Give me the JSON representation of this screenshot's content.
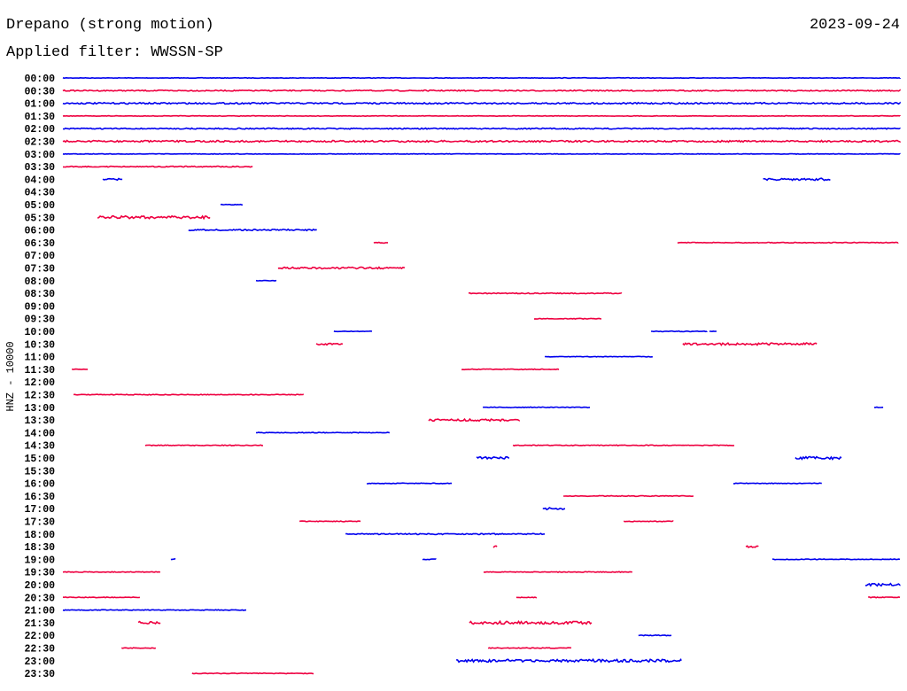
{
  "header": {
    "title": "Drepano (strong motion)",
    "date": "2023-09-24",
    "filter": "Applied filter: WWSSN-SP"
  },
  "chart_data": {
    "type": "line",
    "subtype": "helicorder",
    "title": "Drepano (strong motion)",
    "ylabel": "HNZ - 10000",
    "row_minutes": 30,
    "colors": [
      "#0000ee",
      "#ee0040"
    ],
    "rows": [
      {
        "label": "00:00",
        "segments": [
          [
            0,
            30,
            0.3
          ]
        ]
      },
      {
        "label": "00:30",
        "segments": [
          [
            0,
            30,
            0.6
          ]
        ]
      },
      {
        "label": "01:00",
        "segments": [
          [
            0,
            30,
            0.8
          ]
        ]
      },
      {
        "label": "01:30",
        "segments": [
          [
            0,
            30,
            0.3
          ]
        ]
      },
      {
        "label": "02:00",
        "segments": [
          [
            0,
            30,
            0.6
          ]
        ]
      },
      {
        "label": "02:30",
        "segments": [
          [
            0,
            30,
            0.9
          ]
        ]
      },
      {
        "label": "03:00",
        "segments": [
          [
            0,
            30,
            0.3
          ]
        ]
      },
      {
        "label": "03:30",
        "segments": [
          [
            0,
            6.8,
            0.5
          ]
        ]
      },
      {
        "label": "04:00",
        "segments": [
          [
            1.43,
            2.13,
            1
          ],
          [
            25.1,
            27.5,
            1.2
          ]
        ]
      },
      {
        "label": "04:30",
        "segments": []
      },
      {
        "label": "05:00",
        "segments": [
          [
            5.65,
            6.44,
            0.3
          ]
        ]
      },
      {
        "label": "05:30",
        "segments": [
          [
            1.24,
            5.27,
            1.5
          ]
        ]
      },
      {
        "label": "06:00",
        "segments": [
          [
            4.5,
            9.1,
            0.8
          ]
        ]
      },
      {
        "label": "06:30",
        "segments": [
          [
            11.14,
            11.65,
            0.5
          ],
          [
            22.03,
            29.94,
            0.4
          ]
        ]
      },
      {
        "label": "07:00",
        "segments": []
      },
      {
        "label": "07:30",
        "segments": [
          [
            7.71,
            12.25,
            1
          ]
        ]
      },
      {
        "label": "08:00",
        "segments": [
          [
            6.92,
            7.65,
            0.3
          ]
        ]
      },
      {
        "label": "08:30",
        "segments": [
          [
            14.54,
            20.03,
            0.5
          ]
        ]
      },
      {
        "label": "09:00",
        "segments": []
      },
      {
        "label": "09:30",
        "segments": [
          [
            16.89,
            19.3,
            0.4
          ]
        ]
      },
      {
        "label": "10:00",
        "segments": [
          [
            9.71,
            11.08,
            0.3
          ],
          [
            21.08,
            23.08,
            0.4
          ],
          [
            23.17,
            23.43,
            0.3
          ]
        ]
      },
      {
        "label": "10:30",
        "segments": [
          [
            9.08,
            10.03,
            1
          ],
          [
            22.22,
            27.02,
            1.2
          ]
        ]
      },
      {
        "label": "11:00",
        "segments": [
          [
            17.27,
            21.14,
            0.3
          ]
        ]
      },
      {
        "label": "11:30",
        "segments": [
          [
            0.32,
            0.89,
            0.3
          ],
          [
            14.29,
            17.78,
            0.4
          ]
        ]
      },
      {
        "label": "12:00",
        "segments": []
      },
      {
        "label": "12:30",
        "segments": [
          [
            0.38,
            8.63,
            0.4
          ]
        ]
      },
      {
        "label": "13:00",
        "segments": [
          [
            15.05,
            18.89,
            0.4
          ],
          [
            29.08,
            29.4,
            0.3
          ]
        ]
      },
      {
        "label": "13:30",
        "segments": [
          [
            13.11,
            16.35,
            1.2
          ]
        ]
      },
      {
        "label": "14:00",
        "segments": [
          [
            6.92,
            11.71,
            0.4
          ]
        ]
      },
      {
        "label": "14:30",
        "segments": [
          [
            2.95,
            7.17,
            0.4
          ],
          [
            16.13,
            24.06,
            0.4
          ]
        ]
      },
      {
        "label": "15:00",
        "segments": [
          [
            14.83,
            16.0,
            1.5
          ],
          [
            26.25,
            27.9,
            1.5
          ]
        ]
      },
      {
        "label": "15:30",
        "segments": []
      },
      {
        "label": "16:00",
        "segments": [
          [
            10.89,
            13.94,
            0.4
          ],
          [
            24.03,
            27.2,
            0.4
          ]
        ]
      },
      {
        "label": "16:30",
        "segments": [
          [
            17.94,
            22.6,
            0.4
          ]
        ]
      },
      {
        "label": "17:00",
        "segments": [
          [
            17.2,
            18.0,
            1.2
          ]
        ]
      },
      {
        "label": "17:30",
        "segments": [
          [
            8.48,
            10.67,
            0.4
          ],
          [
            20.1,
            21.87,
            0.4
          ]
        ]
      },
      {
        "label": "18:00",
        "segments": [
          [
            10.13,
            17.27,
            0.6
          ]
        ]
      },
      {
        "label": "18:30",
        "segments": [
          [
            15.43,
            15.56,
            1
          ],
          [
            24.48,
            24.92,
            1
          ]
        ]
      },
      {
        "label": "19:00",
        "segments": [
          [
            3.87,
            4.03,
            0.5
          ],
          [
            12.89,
            13.37,
            0.4
          ],
          [
            25.43,
            30,
            0.4
          ]
        ]
      },
      {
        "label": "19:30",
        "segments": [
          [
            0,
            3.49,
            0.4
          ],
          [
            15.08,
            20.41,
            0.4
          ]
        ]
      },
      {
        "label": "20:00",
        "segments": [
          [
            28.76,
            30,
            1.3
          ]
        ]
      },
      {
        "label": "20:30",
        "segments": [
          [
            0,
            2.76,
            0.4
          ],
          [
            16.25,
            16.98,
            0.4
          ],
          [
            28.86,
            30,
            0.4
          ]
        ]
      },
      {
        "label": "21:00",
        "segments": [
          [
            0,
            6.57,
            0.4
          ]
        ]
      },
      {
        "label": "21:30",
        "segments": [
          [
            2.7,
            3.49,
            1.3
          ],
          [
            14.57,
            18.95,
            1.6
          ]
        ]
      },
      {
        "label": "22:00",
        "segments": [
          [
            20.63,
            21.81,
            0.4
          ]
        ]
      },
      {
        "label": "22:30",
        "segments": [
          [
            2.1,
            3.33,
            0.4
          ],
          [
            15.24,
            18.22,
            0.4
          ]
        ]
      },
      {
        "label": "23:00",
        "segments": [
          [
            14.1,
            22.16,
            1.5
          ]
        ]
      },
      {
        "label": "23:30",
        "segments": [
          [
            4.63,
            8.98,
            0.4
          ]
        ]
      }
    ]
  }
}
